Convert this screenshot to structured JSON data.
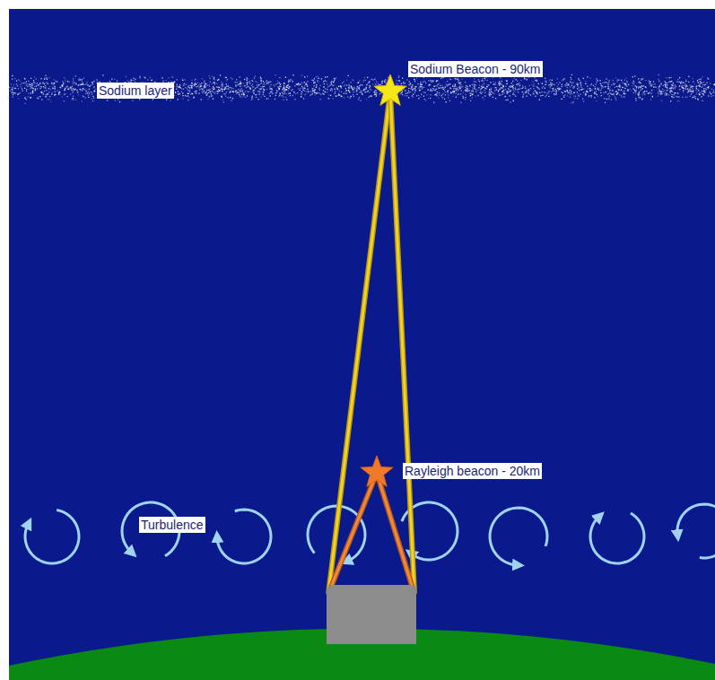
{
  "diagram": {
    "labels": [
      "Sodium Beacon - 90km",
      "Sodium layer",
      "Rayleigh beacon - 20km",
      "Turbulence"
    ]
  }
}
